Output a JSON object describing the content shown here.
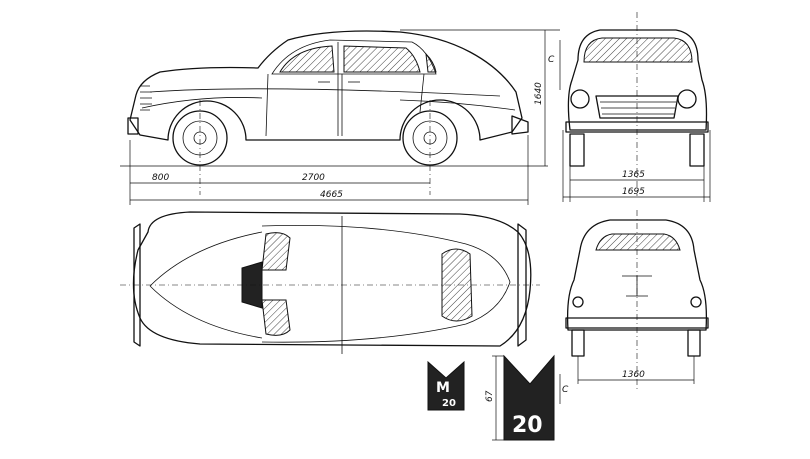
{
  "drawing": {
    "dimensions": {
      "front_overhang": "800",
      "wheelbase": "2700",
      "overall_length": "4665",
      "overall_height": "1640",
      "front_track": "1365",
      "overall_width": "1695",
      "rear_track": "1360",
      "emblem_height": "67"
    },
    "section_marks": {
      "front_view": "C",
      "emblem": "C"
    },
    "emblem": {
      "letter": "M",
      "number": "20"
    }
  }
}
